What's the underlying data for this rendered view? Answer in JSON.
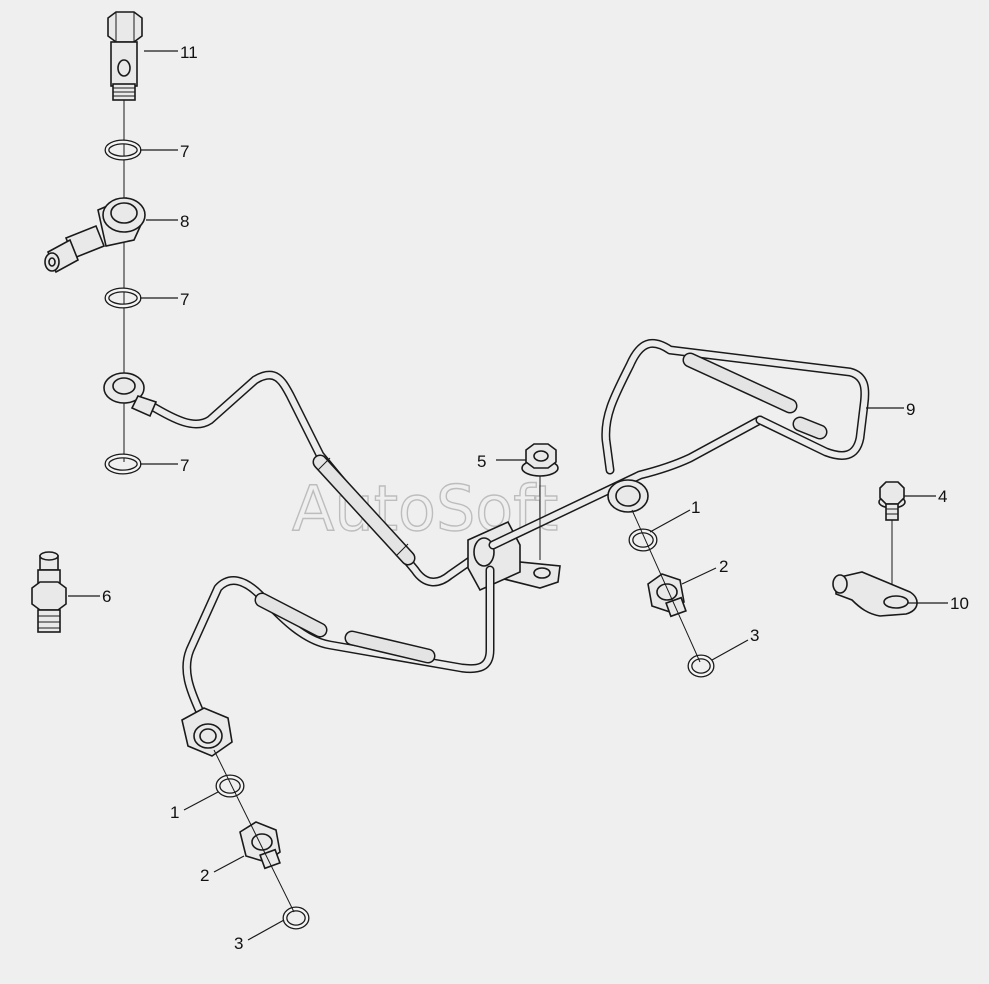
{
  "watermark": "AutoSoft",
  "callouts": {
    "c11": "11",
    "c7a": "7",
    "c8": "8",
    "c7b": "7",
    "c7c": "7",
    "c5": "5",
    "c9": "9",
    "c1a": "1",
    "c2a": "2",
    "c3a": "3",
    "c4": "4",
    "c10": "10",
    "c6": "6",
    "c1b": "1",
    "c2b": "2",
    "c3b": "3"
  },
  "colors": {
    "background": "#efefef",
    "line": "#1a1a1a",
    "fill": "#e9e9e9",
    "watermark": "#bdbdbd"
  }
}
